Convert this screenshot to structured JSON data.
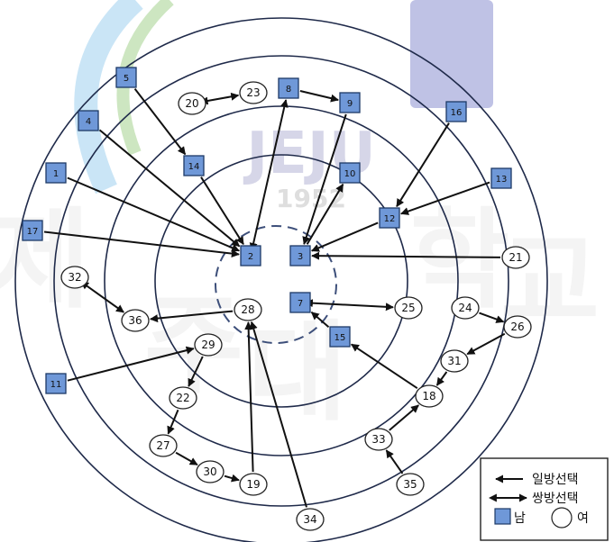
{
  "colors": {
    "male_fill": "#6f98d8",
    "male_stroke": "#1d3a66",
    "female_fill": "#ffffff",
    "female_stroke": "#222222",
    "ring_stroke": "#1f2a4a",
    "arrow": "#111111",
    "watermark_blue": "#8b8fcf",
    "watermark_arc": "#9fd0ef",
    "watermark_arc2": "#a6d28f",
    "watermark_text": "#c9c9c9"
  },
  "watermark": {
    "text": "JEJU",
    "year": "1952",
    "motto_glyphs": [
      "제",
      "주",
      "대",
      "학",
      "교"
    ]
  },
  "nodes": [
    {
      "id": "1",
      "gender": "male"
    },
    {
      "id": "2",
      "gender": "male"
    },
    {
      "id": "3",
      "gender": "male"
    },
    {
      "id": "4",
      "gender": "male"
    },
    {
      "id": "5",
      "gender": "male"
    },
    {
      "id": "7",
      "gender": "male"
    },
    {
      "id": "8",
      "gender": "male"
    },
    {
      "id": "9",
      "gender": "male"
    },
    {
      "id": "10",
      "gender": "male"
    },
    {
      "id": "11",
      "gender": "male"
    },
    {
      "id": "12",
      "gender": "male"
    },
    {
      "id": "13",
      "gender": "male"
    },
    {
      "id": "14",
      "gender": "male"
    },
    {
      "id": "15",
      "gender": "male"
    },
    {
      "id": "16",
      "gender": "male"
    },
    {
      "id": "17",
      "gender": "male"
    },
    {
      "id": "18",
      "gender": "female"
    },
    {
      "id": "19",
      "gender": "female"
    },
    {
      "id": "20",
      "gender": "female"
    },
    {
      "id": "21",
      "gender": "female"
    },
    {
      "id": "22",
      "gender": "female"
    },
    {
      "id": "23",
      "gender": "female"
    },
    {
      "id": "24",
      "gender": "female"
    },
    {
      "id": "25",
      "gender": "female"
    },
    {
      "id": "26",
      "gender": "female"
    },
    {
      "id": "27",
      "gender": "female"
    },
    {
      "id": "28",
      "gender": "female"
    },
    {
      "id": "29",
      "gender": "female"
    },
    {
      "id": "30",
      "gender": "female"
    },
    {
      "id": "31",
      "gender": "female"
    },
    {
      "id": "32",
      "gender": "female"
    },
    {
      "id": "33",
      "gender": "female"
    },
    {
      "id": "34",
      "gender": "female"
    },
    {
      "id": "35",
      "gender": "female"
    },
    {
      "id": "36",
      "gender": "female"
    }
  ],
  "edges": [
    {
      "from": "1",
      "to": "2",
      "type": "one-way"
    },
    {
      "from": "4",
      "to": "2",
      "type": "one-way"
    },
    {
      "from": "5",
      "to": "14",
      "type": "one-way"
    },
    {
      "from": "14",
      "to": "2",
      "type": "one-way"
    },
    {
      "from": "17",
      "to": "2",
      "type": "one-way"
    },
    {
      "from": "2",
      "to": "8",
      "type": "mutual"
    },
    {
      "from": "8",
      "to": "9",
      "type": "one-way"
    },
    {
      "from": "9",
      "to": "3",
      "type": "one-way"
    },
    {
      "from": "3",
      "to": "10",
      "type": "one-way"
    },
    {
      "from": "16",
      "to": "12",
      "type": "one-way"
    },
    {
      "from": "13",
      "to": "12",
      "type": "one-way"
    },
    {
      "from": "12",
      "to": "3",
      "type": "one-way"
    },
    {
      "from": "21",
      "to": "3",
      "type": "one-way"
    },
    {
      "from": "20",
      "to": "23",
      "type": "mutual"
    },
    {
      "from": "7",
      "to": "25",
      "type": "mutual"
    },
    {
      "from": "15",
      "to": "7",
      "type": "one-way"
    },
    {
      "from": "18",
      "to": "15",
      "type": "one-way"
    },
    {
      "from": "24",
      "to": "26",
      "type": "one-way"
    },
    {
      "from": "26",
      "to": "31",
      "type": "one-way"
    },
    {
      "from": "31",
      "to": "18",
      "type": "one-way"
    },
    {
      "from": "33",
      "to": "18",
      "type": "one-way"
    },
    {
      "from": "35",
      "to": "33",
      "type": "one-way"
    },
    {
      "from": "32",
      "to": "36",
      "type": "mutual"
    },
    {
      "from": "28",
      "to": "36",
      "type": "one-way"
    },
    {
      "from": "11",
      "to": "29",
      "type": "one-way"
    },
    {
      "from": "29",
      "to": "22",
      "type": "one-way"
    },
    {
      "from": "22",
      "to": "27",
      "type": "one-way"
    },
    {
      "from": "27",
      "to": "30",
      "type": "one-way"
    },
    {
      "from": "30",
      "to": "19",
      "type": "one-way"
    },
    {
      "from": "19",
      "to": "28",
      "type": "one-way"
    },
    {
      "from": "34",
      "to": "28",
      "type": "one-way"
    }
  ],
  "legend": {
    "one_way": "일방선택",
    "mutual": "쌍방선택",
    "male": "남",
    "female": "여"
  }
}
